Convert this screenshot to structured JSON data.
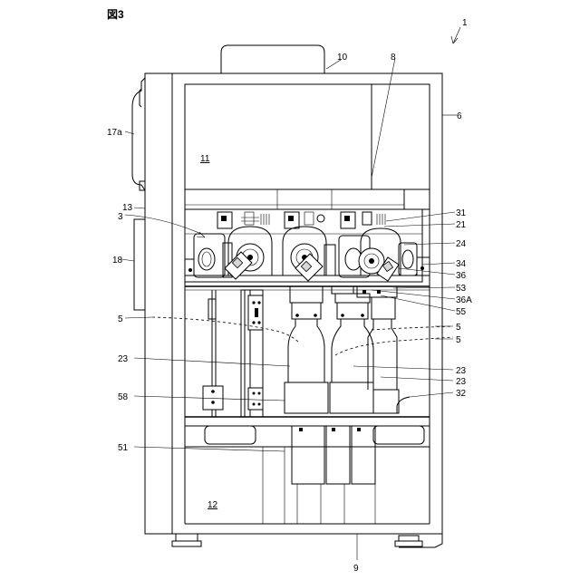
{
  "figure": {
    "title": "図3",
    "refs": [
      "1",
      "10",
      "8",
      "6",
      "17a",
      "11",
      "13",
      "3",
      "31",
      "21",
      "24",
      "18",
      "34",
      "36",
      "53",
      "36A",
      "55",
      "5",
      "5",
      "5",
      "23",
      "23",
      "23",
      "58",
      "32",
      "51",
      "12",
      "9"
    ]
  }
}
